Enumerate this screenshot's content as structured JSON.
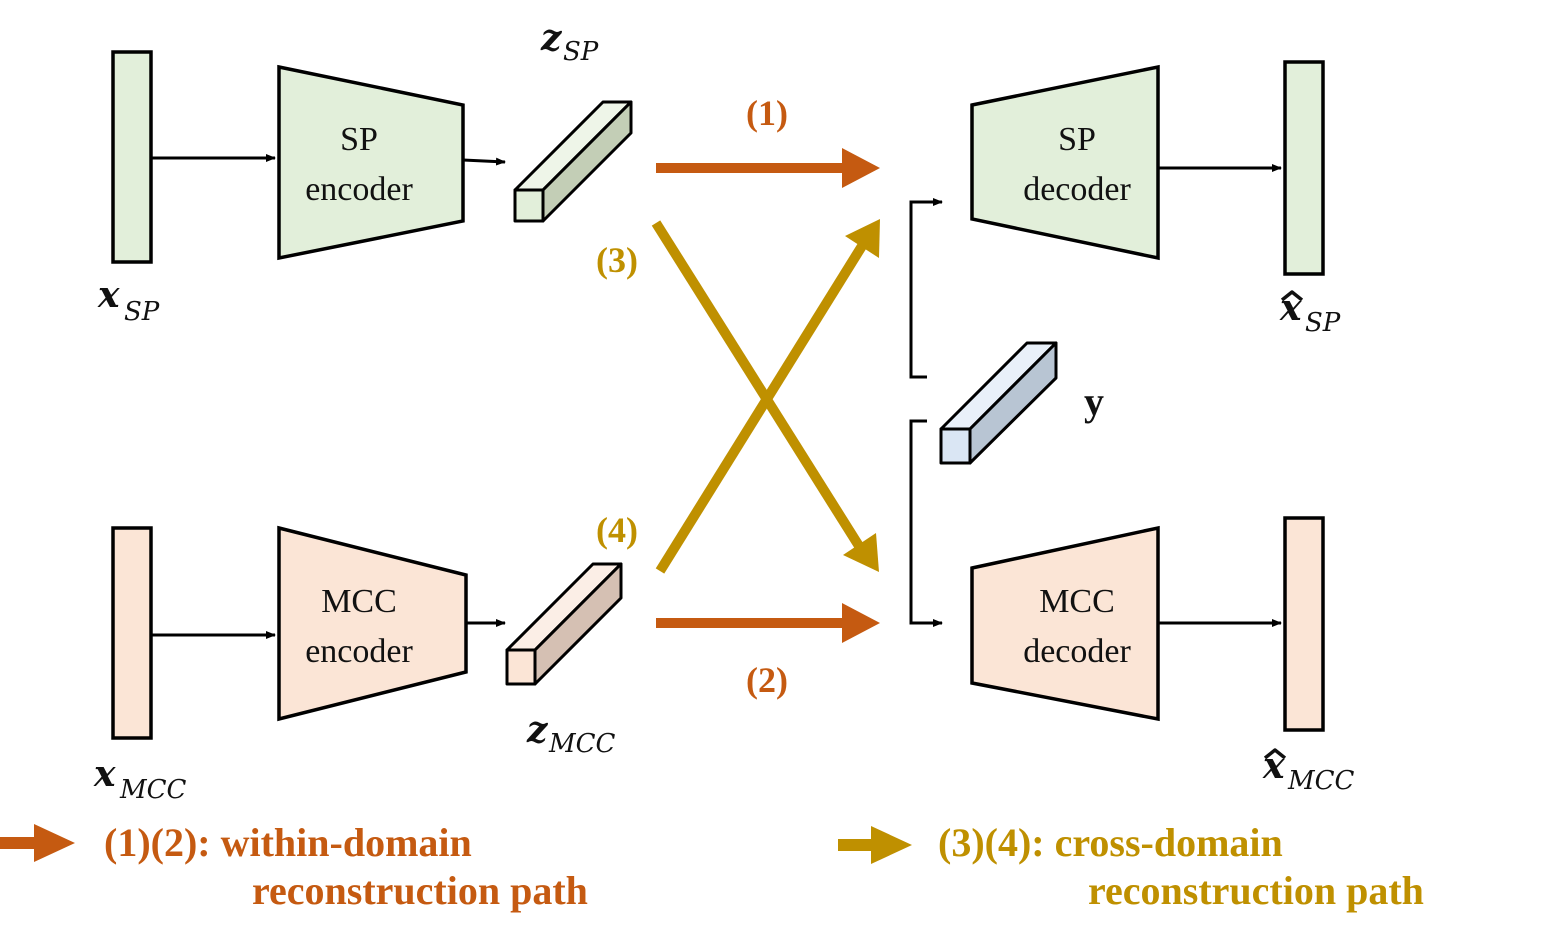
{
  "colors": {
    "sp_fill": "#e2efda",
    "mcc_fill": "#fbe5d6",
    "z_sp_top": "#eef5e8",
    "z_sp_side": "#c3ceb6",
    "z_mcc_top": "#fbeee6",
    "z_mcc_side": "#d5c0b3",
    "y_front": "#dae6f4",
    "y_side": "#b8c5d3",
    "within_arrow": "#c55a11",
    "cross_arrow": "#bf9000",
    "line": "#000000"
  },
  "blocks": {
    "sp_encoder": {
      "line1": "SP",
      "line2": "encoder"
    },
    "mcc_encoder": {
      "line1": "MCC",
      "line2": "encoder"
    },
    "sp_decoder": {
      "line1": "SP",
      "line2": "decoder"
    },
    "mcc_decoder": {
      "line1": "MCC",
      "line2": "decoder"
    }
  },
  "variables": {
    "x_sp": {
      "main": "x",
      "sub": "SP"
    },
    "x_mcc": {
      "main": "x",
      "sub": "MCC"
    },
    "z_sp": {
      "main": "z",
      "sub": "SP"
    },
    "z_mcc": {
      "main": "z",
      "sub": "MCC"
    },
    "xhat_sp": {
      "main": "x",
      "sub": "SP"
    },
    "xhat_mcc": {
      "main": "x",
      "sub": "MCC"
    },
    "y": "y"
  },
  "paths": {
    "p1": "(1)",
    "p2": "(2)",
    "p3": "(3)",
    "p4": "(4)"
  },
  "legend": {
    "within_line1": "(1)(2): within-domain",
    "within_line2": "reconstruction path",
    "cross_line1": "(3)(4): cross-domain",
    "cross_line2": "reconstruction path"
  }
}
